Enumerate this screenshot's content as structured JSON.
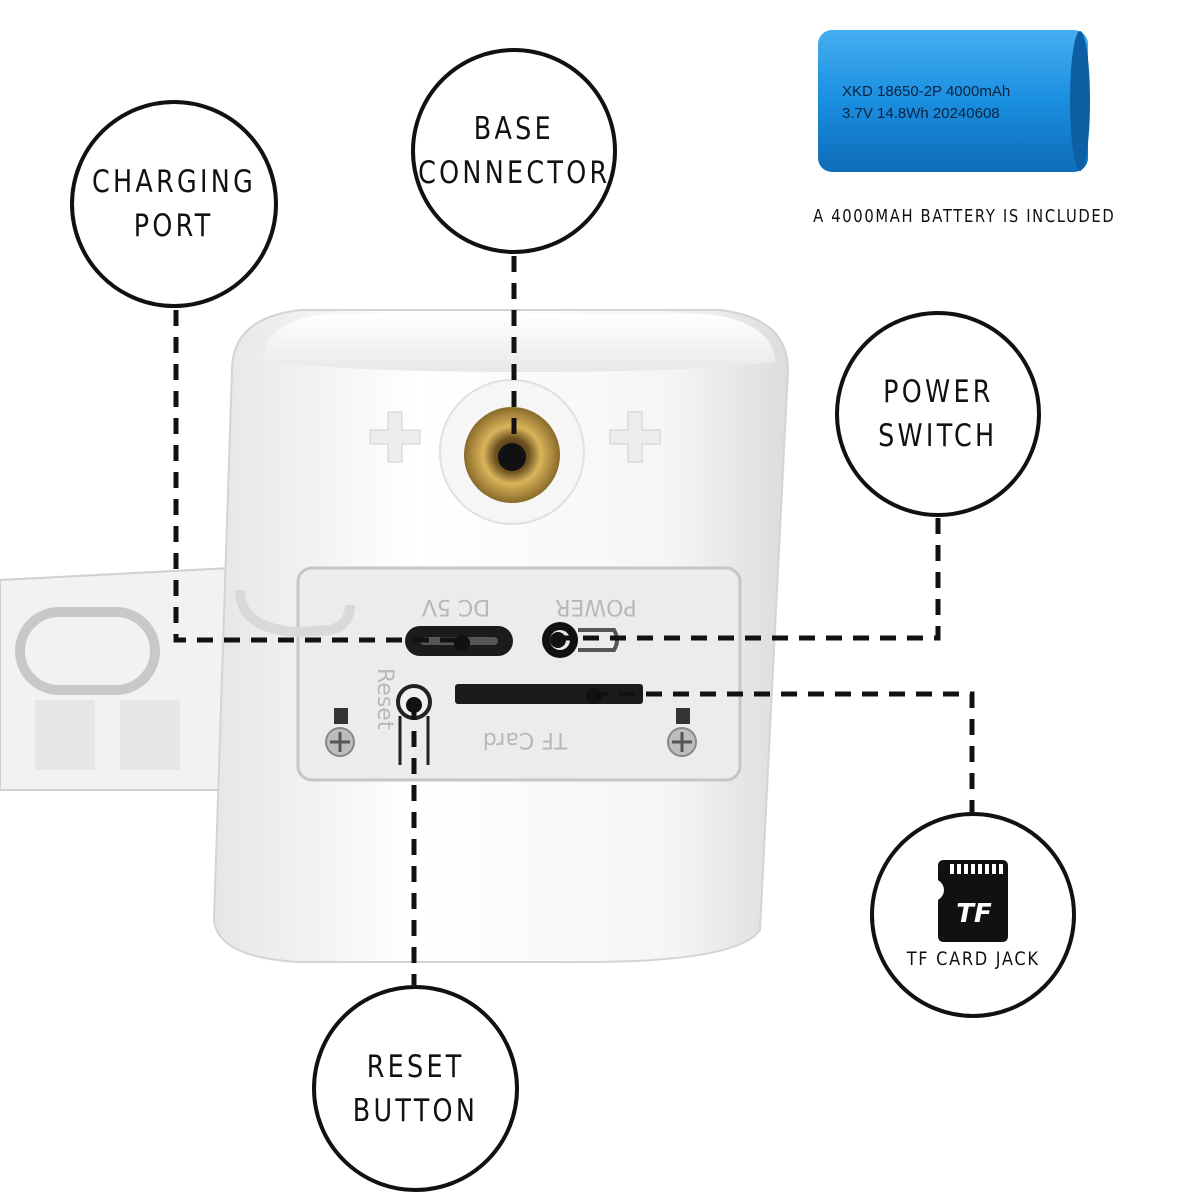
{
  "callouts": {
    "charging_port": [
      "CHARGING",
      "PORT"
    ],
    "base_connector": [
      "BASE",
      "CONNECTOR"
    ],
    "power_switch": [
      "POWER",
      "SWITCH"
    ],
    "reset_button": [
      "RESET",
      "BUTTON"
    ],
    "tf_card_jack": "TF CARD JACK",
    "tf_icon_text": "TF"
  },
  "battery": {
    "caption": "A 4000MAH BATTERY IS INCLUDED",
    "label_line1": "XKD  18650-2P  4000mAh",
    "label_line2": "3.7V  14.8Wh  20240608",
    "color": "#1a8ee0"
  },
  "device": {
    "port_labels": {
      "dc": "DC 5V",
      "power": "POWER",
      "reset": "Reset",
      "tf": "TF Card"
    }
  },
  "colors": {
    "background": "#ffffff",
    "callout_border": "#111111",
    "leader_line": "#111111",
    "device_body": "#f4f4f4"
  }
}
